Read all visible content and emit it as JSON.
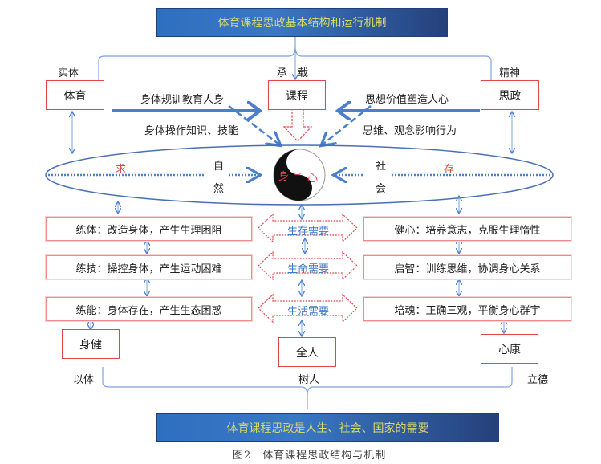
{
  "top_title": "体育课程思政基本结构和运行机制",
  "top_labels": {
    "left": "实体",
    "center": "承　载",
    "right": "精神"
  },
  "top_boxes": {
    "left": "体育",
    "center": "课程",
    "right": "思政"
  },
  "flows": {
    "left_top": "身体规训教育人身",
    "left_bottom": "身体操作知识、技能",
    "right_top": "思想价值塑造人心",
    "right_bottom": "思维、观念影响行为"
  },
  "ellipse": {
    "left_word": "求",
    "right_word": "存",
    "nature": [
      "自",
      "然"
    ],
    "society": [
      "社",
      "会"
    ],
    "body": "身",
    "mind": "心"
  },
  "left_rows": [
    "练体：改造身体，产生生理困阻",
    "练技：操控身体，产生运动困难",
    "练能：身体存在，产生生态困惑"
  ],
  "right_rows": [
    "健心：培养意志，克服生理惰性",
    "启智：训练思维，协调身心关系",
    "培魂：正确三观，平衡身心群宇"
  ],
  "needs": [
    "生存需要",
    "生命需要",
    "生活需要"
  ],
  "bottom_boxes": {
    "left": "身健",
    "center": "全人",
    "right": "心康"
  },
  "bottom_labels": {
    "left": "以体",
    "center": "树人",
    "right": "立德"
  },
  "bottom_title": "体育课程思政是人生、社会、国家的需要",
  "caption": "图2　体育课程思政结构与机制",
  "colors": {
    "blue": "#4a7fd0",
    "red": "#e0474c",
    "bar": "#2f6fbf"
  }
}
